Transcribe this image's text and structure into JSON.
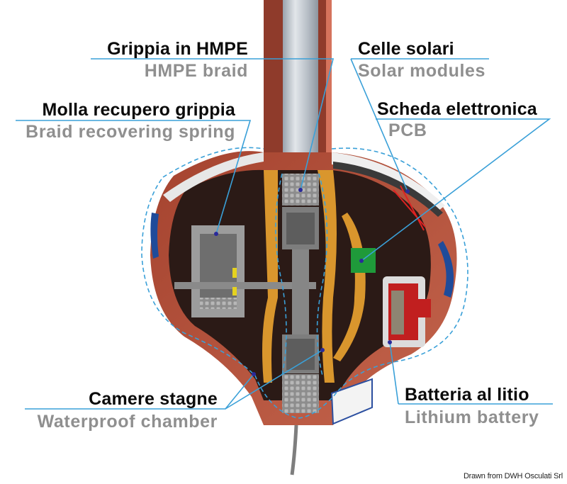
{
  "diagram": {
    "subject": "Cutaway of automatic inflatable buoy/lifebuoy light unit",
    "colors": {
      "shell": "#b5553f",
      "shell_dark": "#8a3a2a",
      "tube": "#c8cdd3",
      "frame": "#d9962d",
      "internals": "#7c7c7c",
      "pcb": "#1f9a3a",
      "battery": "#c11f1f",
      "accent_blue": "#1f4b9a",
      "leader_line": "#3aa0d8",
      "anchor_dot": "#2a2a9a"
    },
    "callouts": [
      {
        "id": "hmpe-braid",
        "label_it": "Grippia in HMPE",
        "label_en": "HMPE braid",
        "side": "left"
      },
      {
        "id": "spring",
        "label_it": "Molla recupero grippia",
        "label_en": "Braid recovering spring",
        "side": "left"
      },
      {
        "id": "solar",
        "label_it": "Celle solari",
        "label_en": "Solar modules",
        "side": "right"
      },
      {
        "id": "pcb",
        "label_it": "Scheda elettronica",
        "label_en": "PCB",
        "side": "right"
      },
      {
        "id": "chamber",
        "label_it": "Camere stagne",
        "label_en": "Waterproof chamber",
        "side": "left"
      },
      {
        "id": "battery",
        "label_it": "Batteria al litio",
        "label_en": "Lithium battery",
        "side": "right"
      }
    ],
    "credit": "Drawn from DWH Osculati Srl"
  }
}
